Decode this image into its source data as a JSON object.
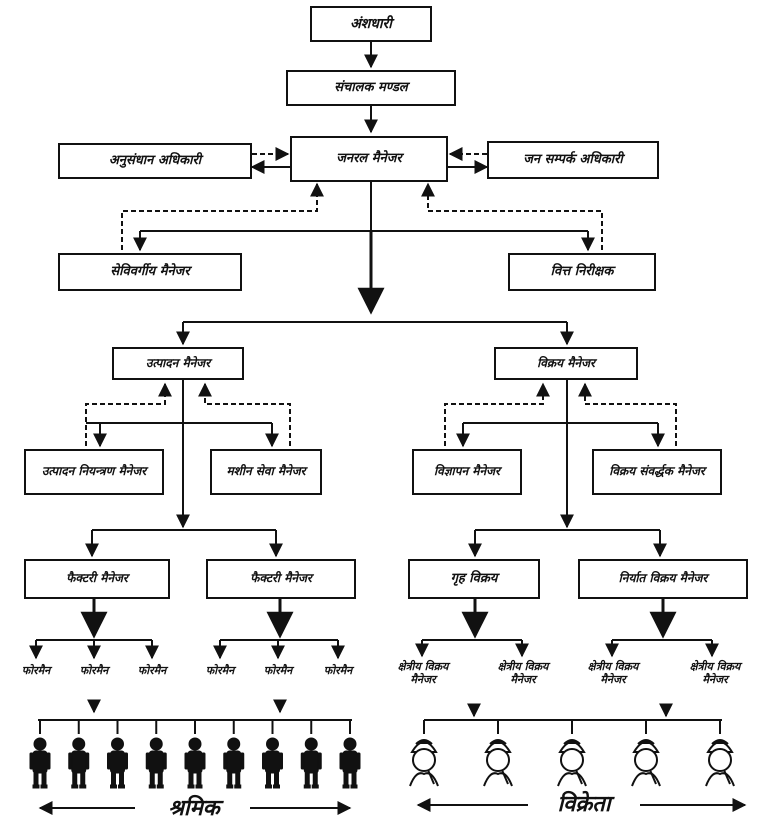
{
  "boxes": {
    "shareholders": "अंशधारी",
    "board": "संचालक मण्डल",
    "research_officer": "अनुसंधान अधिकारी",
    "general_manager": "जनरल मैनेजर",
    "pr_officer": "जन सम्पर्क अधिकारी",
    "personnel_manager": "सेविवर्गीय मैनेजर",
    "finance_controller": "वित्त निरीक्षक",
    "production_manager": "उत्पादन मैनेजर",
    "sales_manager": "विक्रय मैनेजर",
    "production_control_manager": "उत्पादन नियन्त्रण मैनेजर",
    "machine_service_manager": "मशीन सेवा मैनेजर",
    "advertising_manager": "विज्ञापन मैनेजर",
    "sales_promotion_manager": "विक्रय संवर्द्धक मैनेजर",
    "factory_manager_1": "फैक्टरी मैनेजर",
    "factory_manager_2": "फैक्टरी मैनेजर",
    "domestic_sales": "गृह विक्रय",
    "export_sales_manager": "निर्यात विक्रय मैनेजर"
  },
  "foremen_left": [
    "फोरमैन",
    "फोरमैन",
    "फोरमैन"
  ],
  "foremen_right": [
    "फोरमैन",
    "फोरमैन",
    "फोरमैन"
  ],
  "regional": [
    "क्षेत्रीय विक्रय मैनेजर",
    "क्षेत्रीय विक्रय मैनेजर",
    "क्षेत्रीय विक्रय मैनेजर",
    "क्षेत्रीय विक्रय मैनेजर"
  ],
  "labels": {
    "workers": "श्रमिक",
    "salesmen": "विक्रेता"
  },
  "icons": {
    "worker": "standing-worker-icon",
    "salesman": "salesman-head-icon"
  },
  "worker_count": 9,
  "salesman_count": 5
}
